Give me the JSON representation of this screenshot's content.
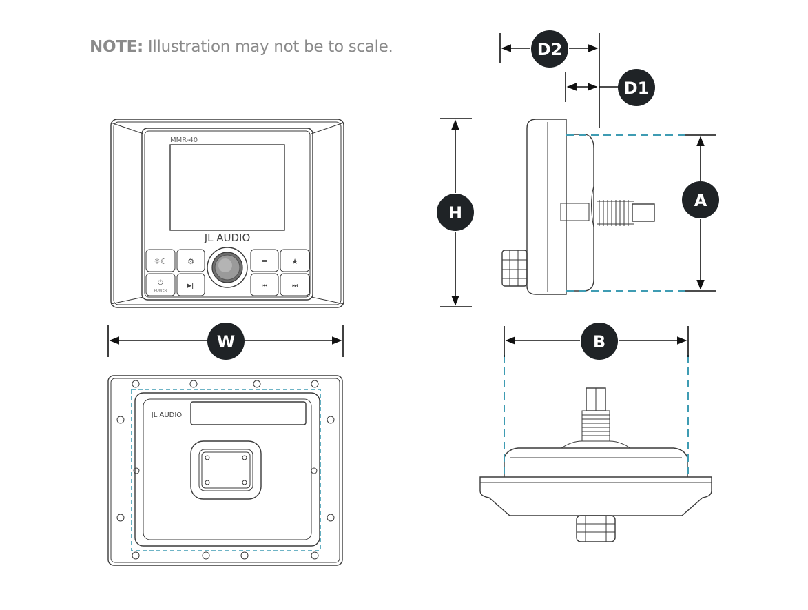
{
  "note": {
    "label": "NOTE:",
    "text": "Illustration may not be to scale."
  },
  "front_view": {
    "model": "MMR-40",
    "brand": "JL AUDIO",
    "power_label": "POWER"
  },
  "back_view": {
    "brand": "JL AUDIO"
  },
  "dimensions": {
    "w": "W",
    "h": "H",
    "a": "A",
    "b": "B",
    "d1": "D1",
    "d2": "D2"
  },
  "colors": {
    "dashed_outline": "#3f9cb3",
    "badge": "#1f2326",
    "line": "#3a3a3a"
  },
  "icons": [
    "brightness-icon",
    "settings-icon",
    "menu-icon",
    "favorite-icon",
    "power-icon",
    "play-pause-icon",
    "previous-track-icon",
    "next-track-icon",
    "rotary-knob-icon"
  ]
}
